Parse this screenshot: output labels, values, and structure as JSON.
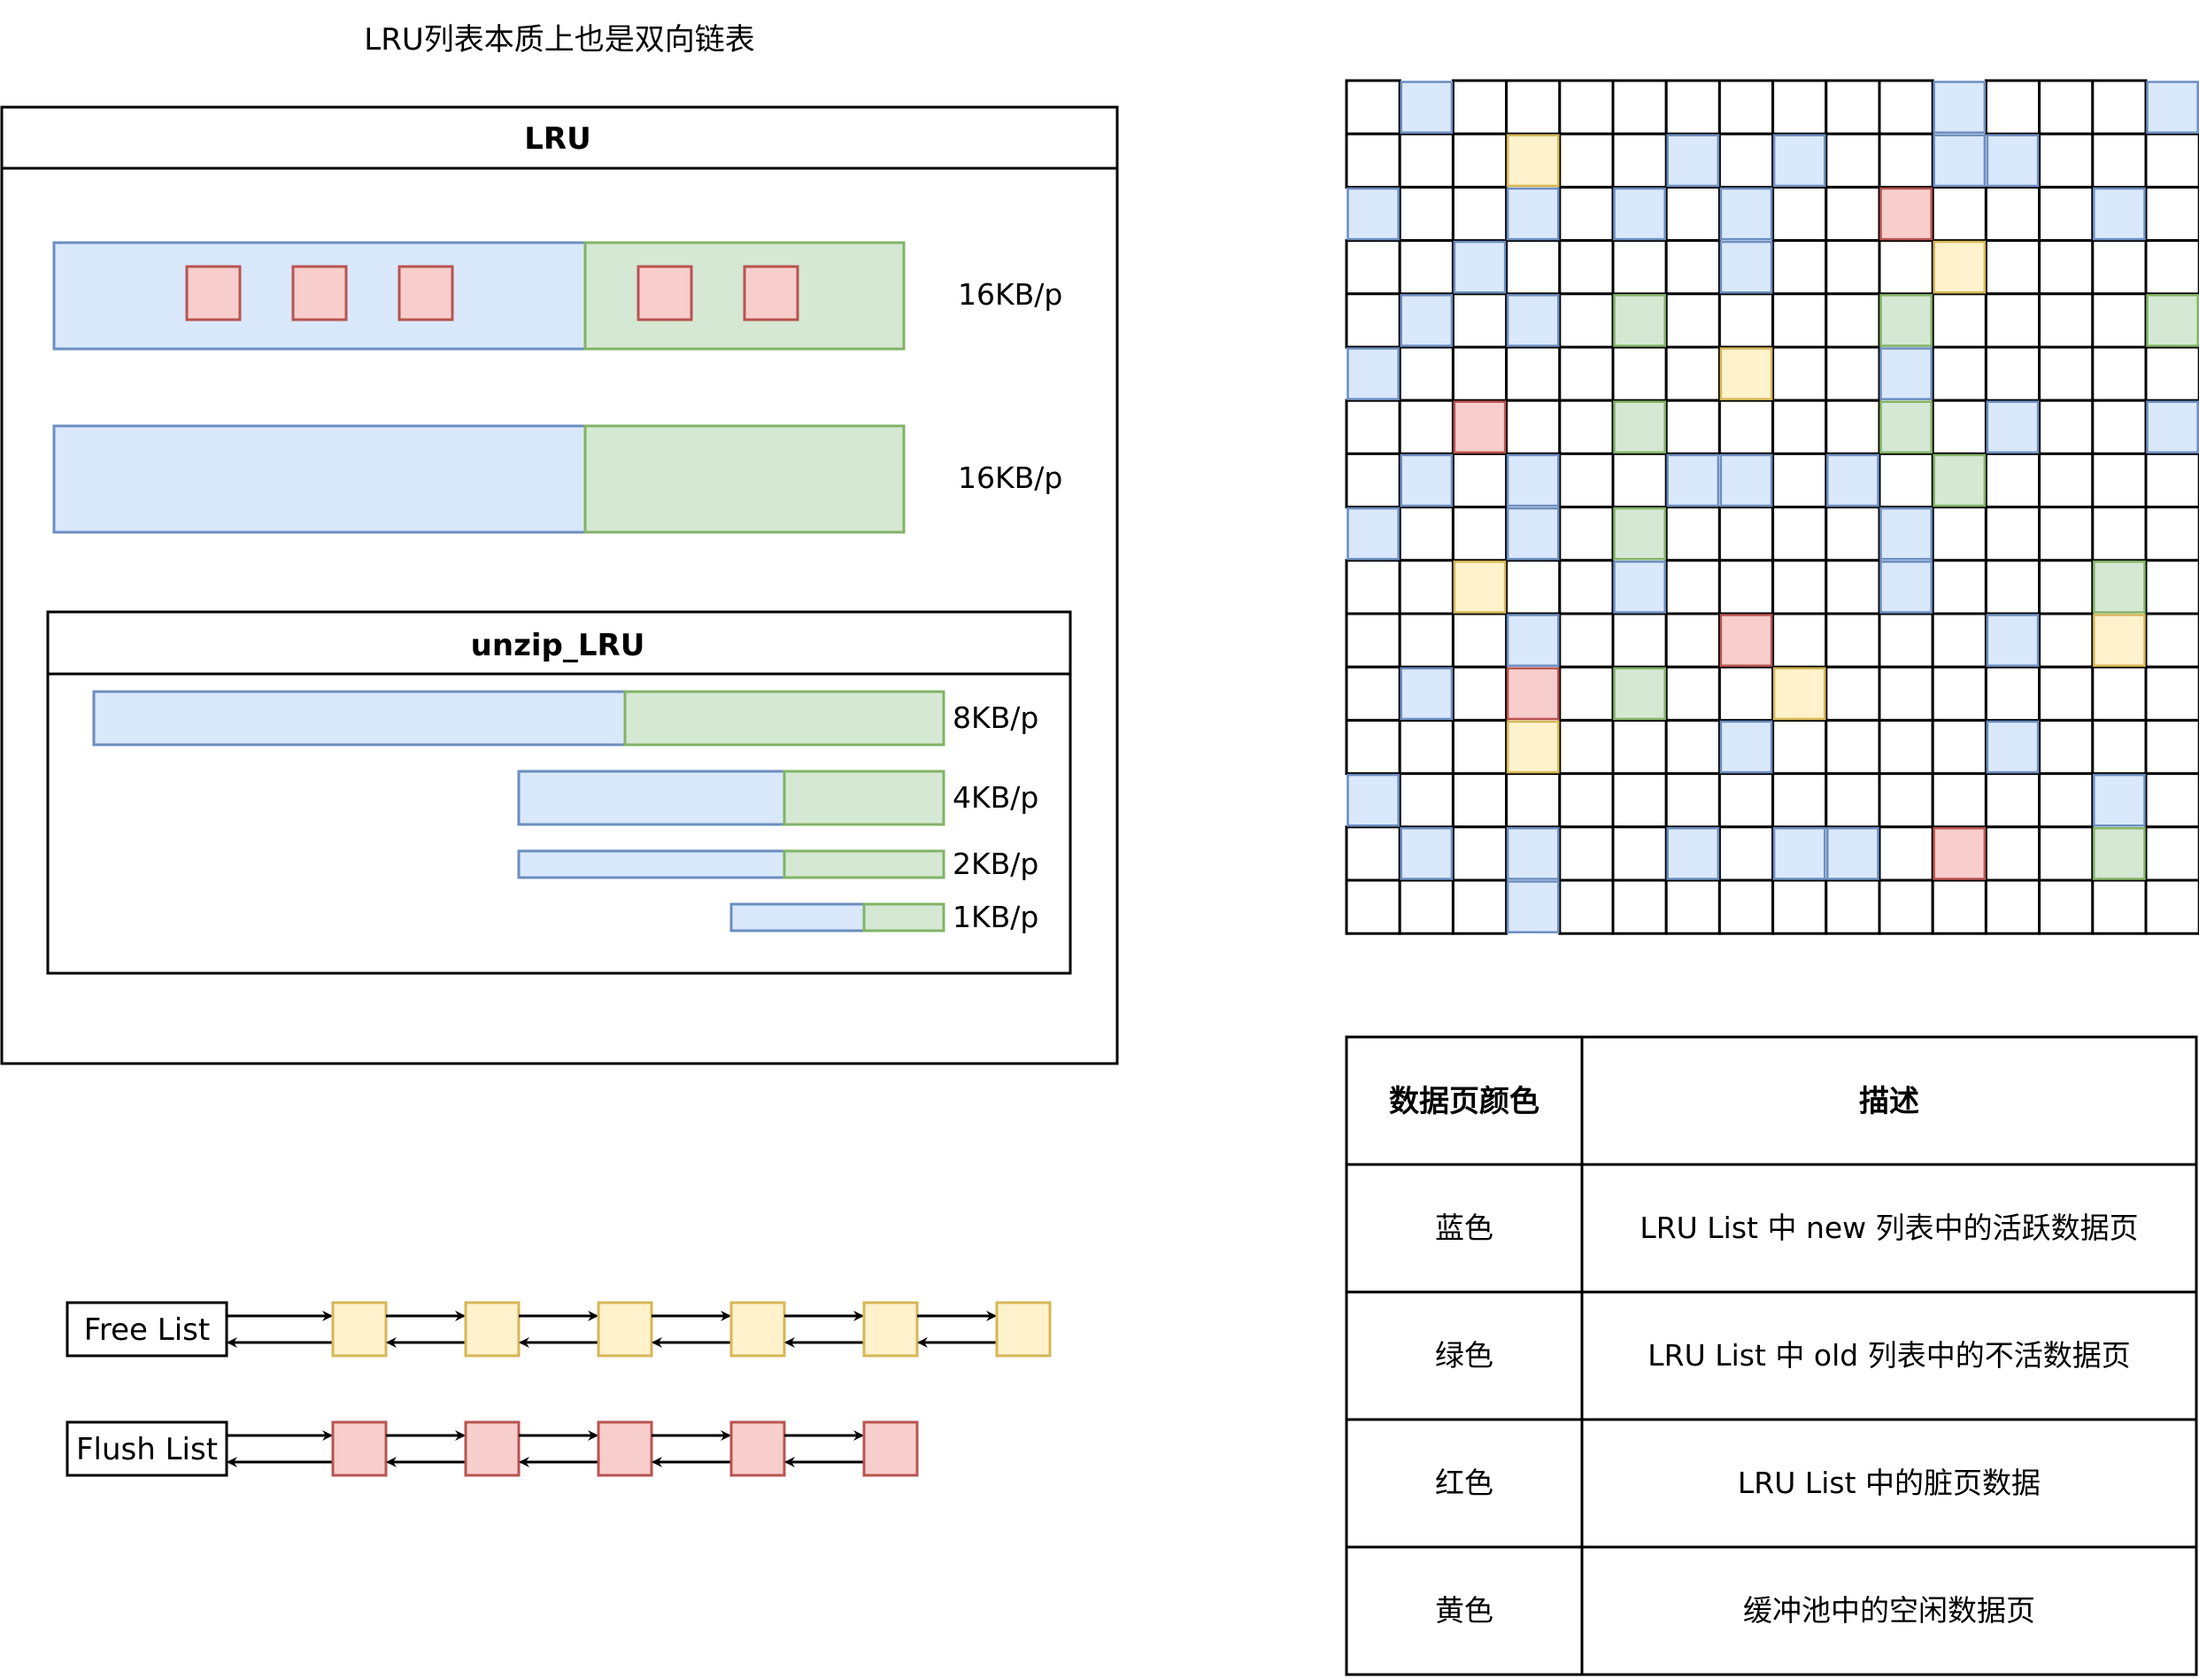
{
  "diagram_title": "LRU列表本质上也是双向链表",
  "lru": {
    "label": "LRU",
    "rows": [
      {
        "label": "16KB/p",
        "dirty_new": 3,
        "dirty_old": 2
      },
      {
        "label": "16KB/p",
        "dirty_new": 0,
        "dirty_old": 0
      }
    ],
    "unzip": {
      "label": "unzip_LRU",
      "rows": [
        {
          "label": "8KB/p"
        },
        {
          "label": "4KB/p"
        },
        {
          "label": "2KB/p"
        },
        {
          "label": "1KB/p"
        }
      ]
    }
  },
  "lists": [
    {
      "label": "Free List",
      "nodes": 6,
      "color": "yellow"
    },
    {
      "label": "Flush List",
      "nodes": 5,
      "color": "red"
    }
  ],
  "colors": {
    "blue_fill": "#dae8fc",
    "blue_stroke": "#6c8ebf",
    "green_fill": "#d5e8d4",
    "green_stroke": "#82b366",
    "red_fill": "#f8cecc",
    "red_stroke": "#b85450",
    "yellow_fill": "#fff2cc",
    "yellow_stroke": "#d6b656"
  },
  "grid": {
    "rows": 16,
    "cols": 16,
    "cells": [
      ".B.........B...B",
      "...Y..B.B..BB...",
      "B..B.B.B..R...B.",
      "..B....B...Y....",
      ".B.B.G....G....G",
      "B......Y..B.....",
      "..R..G....G.B..B",
      ".B.B..BB.B.G....",
      "B..B.G....B.....",
      "..Y..B....B...G.",
      "...B...R....B.Y.",
      ".B.R.G..Y.......",
      "...Y...B....B...",
      "B.............B.",
      ".B.B..B.BB.R..G.",
      "...B............"
    ]
  },
  "legend": {
    "headers": [
      "数据页颜色",
      "描述"
    ],
    "rows": [
      [
        "蓝色",
        "LRU List 中 new 列表中的活跃数据页"
      ],
      [
        "绿色",
        "LRU List 中 old 列表中的不活数据页"
      ],
      [
        "红色",
        "LRU List 中的脏页数据"
      ],
      [
        "黄色",
        "缓冲池中的空闲数据页"
      ]
    ]
  }
}
